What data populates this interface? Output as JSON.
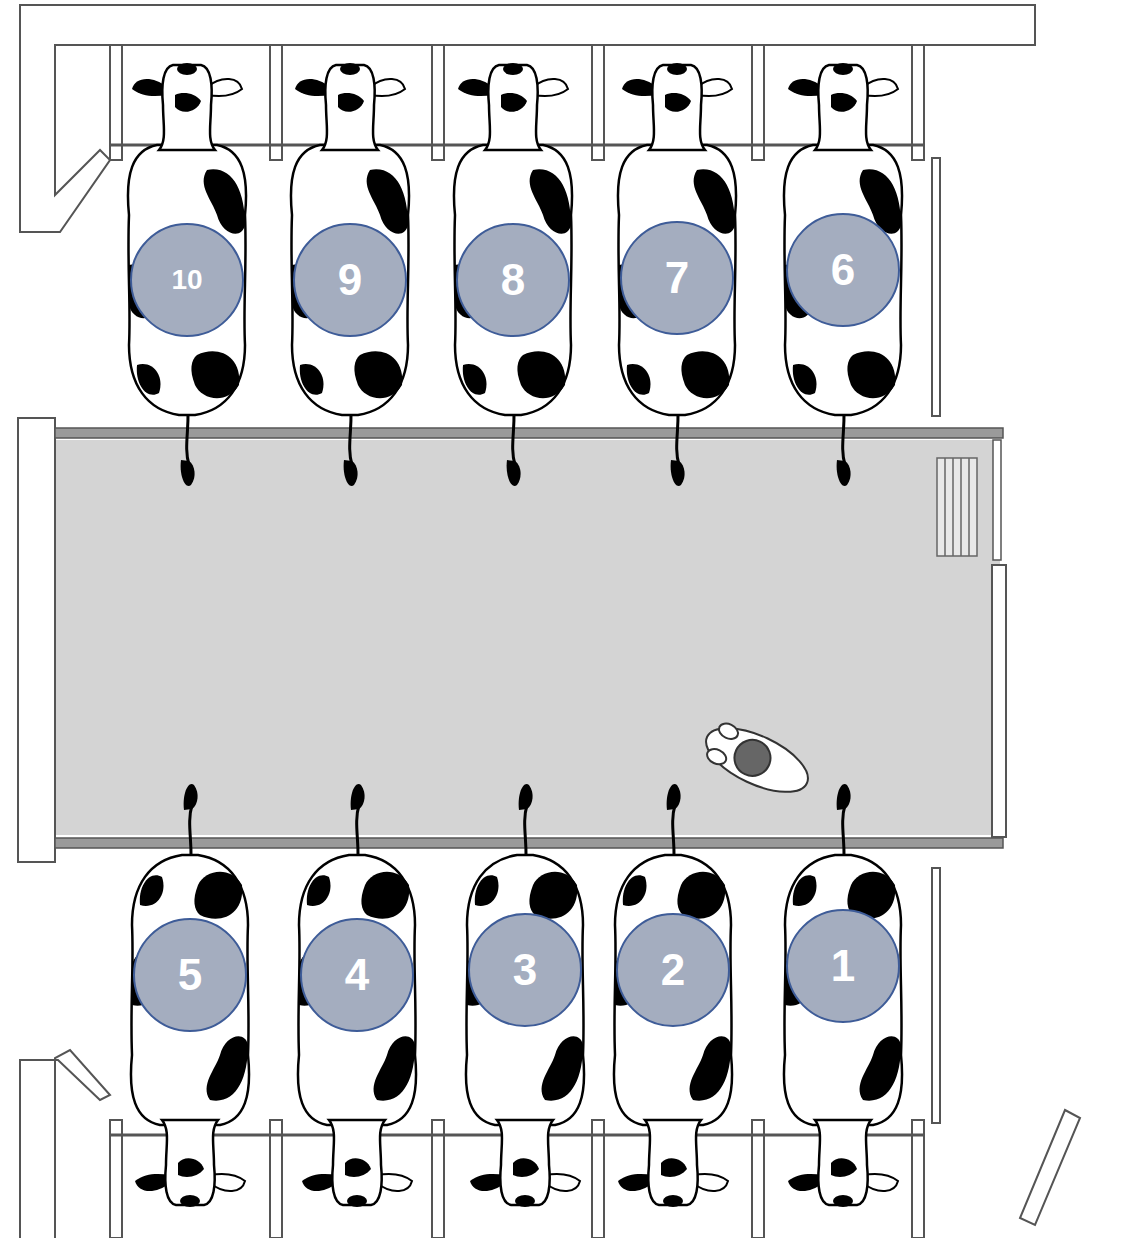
{
  "diagram": {
    "nodes": [
      {
        "text": [
          "10"
        ]
      },
      {
        "text": [
          "9"
        ]
      },
      {
        "text": [
          "8"
        ]
      },
      {
        "text": [
          "7"
        ]
      },
      {
        "text": [
          "6"
        ]
      },
      {
        "text": [
          "5"
        ]
      },
      {
        "text": [
          "4"
        ]
      },
      {
        "text": [
          "3"
        ]
      },
      {
        "text": [
          "2"
        ]
      },
      {
        "text": [
          "1"
        ]
      }
    ]
  }
}
